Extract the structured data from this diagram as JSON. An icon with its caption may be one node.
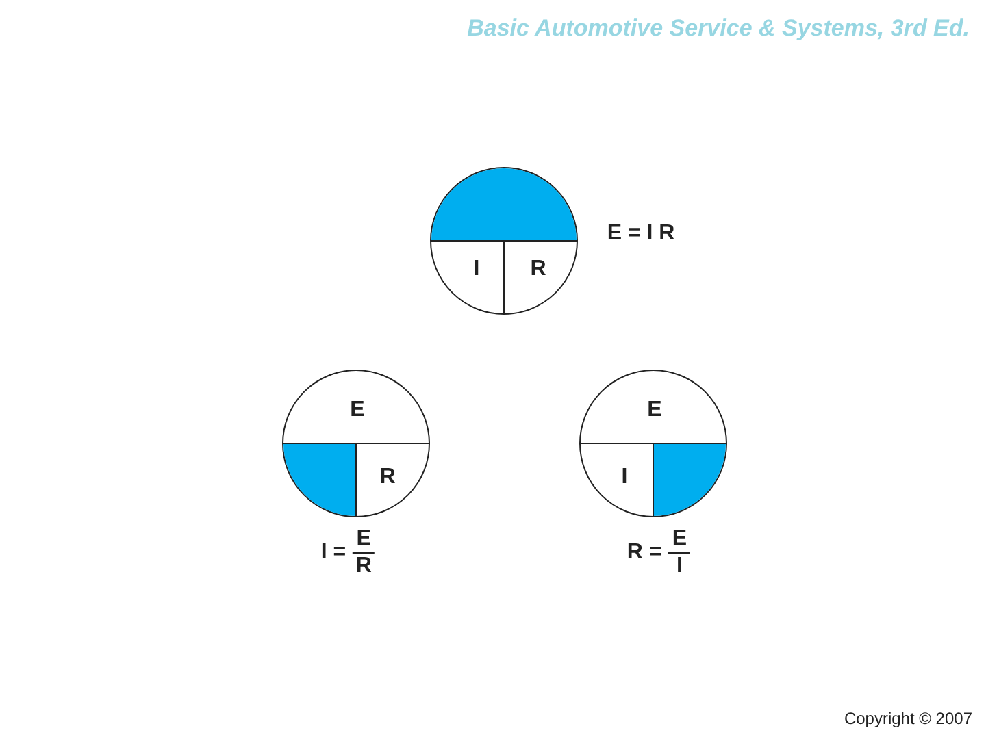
{
  "diagram": {
    "title": "Basic Automotive Service & Systems, 3rd Ed.",
    "nodes": [
      {
        "text": [
          "I",
          "R"
        ],
        "beside": [
          "E = I R"
        ]
      },
      {
        "text": [
          "E",
          "R"
        ],
        "beside": [
          "I =",
          "E",
          "R"
        ]
      },
      {
        "text": [
          "E",
          "I"
        ],
        "beside": [
          "R =",
          "E",
          "I"
        ]
      }
    ],
    "labels": [
      "Copyright © 2007"
    ]
  }
}
